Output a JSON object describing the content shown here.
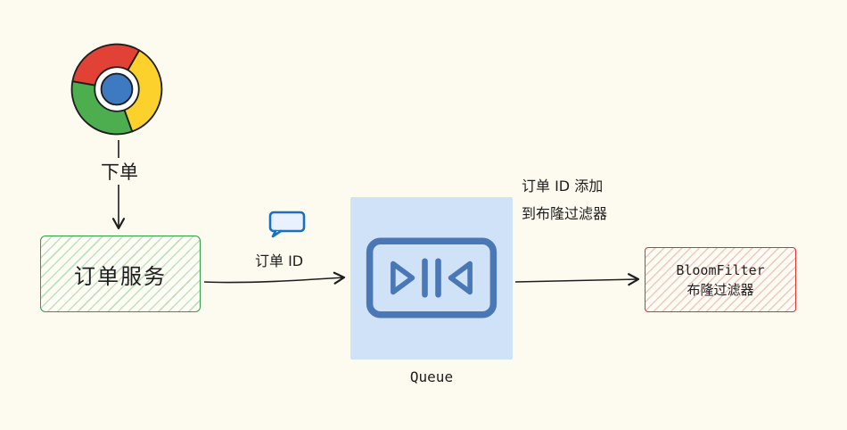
{
  "diagram": {
    "place_order_label": "下单",
    "order_service_label": "订单服务",
    "order_id_label": "订单 ID",
    "queue_label": "Queue",
    "add_to_bloom_label_line1": "订单 ID 添加",
    "add_to_bloom_label_line2": "到布隆过滤器",
    "bloom_label_line1": "BloomFilter",
    "bloom_label_line2": "布隆过滤器"
  },
  "icons": {
    "chrome": "chrome-browser-icon",
    "message": "chat-bubble-icon",
    "queue": "queue-icon"
  },
  "colors": {
    "background": "#fdfbf0",
    "text": "#1e1e1e",
    "order_service_border": "#2f9e44",
    "bloom_border": "#e03131",
    "queue_fill": "#cfe2f8",
    "queue_icon_stroke": "#4a77b5",
    "message_blue": "#1971c2",
    "chrome_red": "#e24136",
    "chrome_yellow": "#fcd12b",
    "chrome_green": "#4cae4f",
    "chrome_blue": "#3d7ac2"
  }
}
